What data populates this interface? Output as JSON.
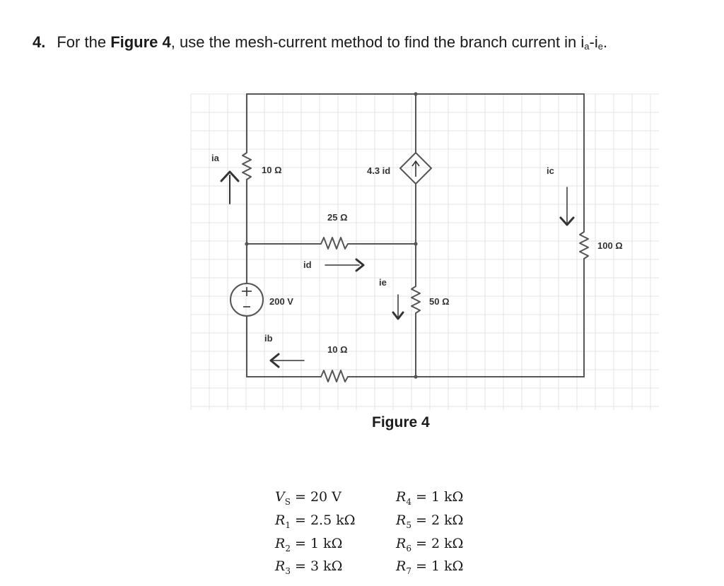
{
  "question": {
    "number": "4.",
    "text_before": "For the",
    "figure_ref": "Figure 4",
    "text_after": ", use the mesh-current method to find the branch current in i",
    "sub_a": "a",
    "dash": "-i",
    "sub_e": "e",
    "period": "."
  },
  "circuit": {
    "labels": {
      "ia": "ia",
      "r10_top": "10 Ω",
      "dep_source": "4.3 id",
      "ic": "ic",
      "r25": "25 Ω",
      "r100": "100 Ω",
      "id": "id",
      "ie": "ie",
      "vsrc": "200 V",
      "r50": "50 Ω",
      "ib": "ib",
      "r10_bottom": "10 Ω"
    },
    "wire_color": "#555555",
    "grid_color": "#e3e3e3"
  },
  "figure_caption": "Figure 4",
  "given": {
    "left": [
      {
        "sym": "V",
        "sub": "S",
        "eq": "=",
        "val": "20 V"
      },
      {
        "sym": "R",
        "sub": "1",
        "eq": "=",
        "val": "2.5 kΩ"
      },
      {
        "sym": "R",
        "sub": "2",
        "eq": "=",
        "val": "1 kΩ"
      },
      {
        "sym": "R",
        "sub": "3",
        "eq": "=",
        "val": "3 kΩ"
      }
    ],
    "right": [
      {
        "sym": "R",
        "sub": "4",
        "eq": "=",
        "val": "1 kΩ"
      },
      {
        "sym": "R",
        "sub": "5",
        "eq": "=",
        "val": "2 kΩ"
      },
      {
        "sym": "R",
        "sub": "6",
        "eq": "=",
        "val": "2 kΩ"
      },
      {
        "sym": "R",
        "sub": "7",
        "eq": "=",
        "val": "1 kΩ"
      }
    ]
  }
}
